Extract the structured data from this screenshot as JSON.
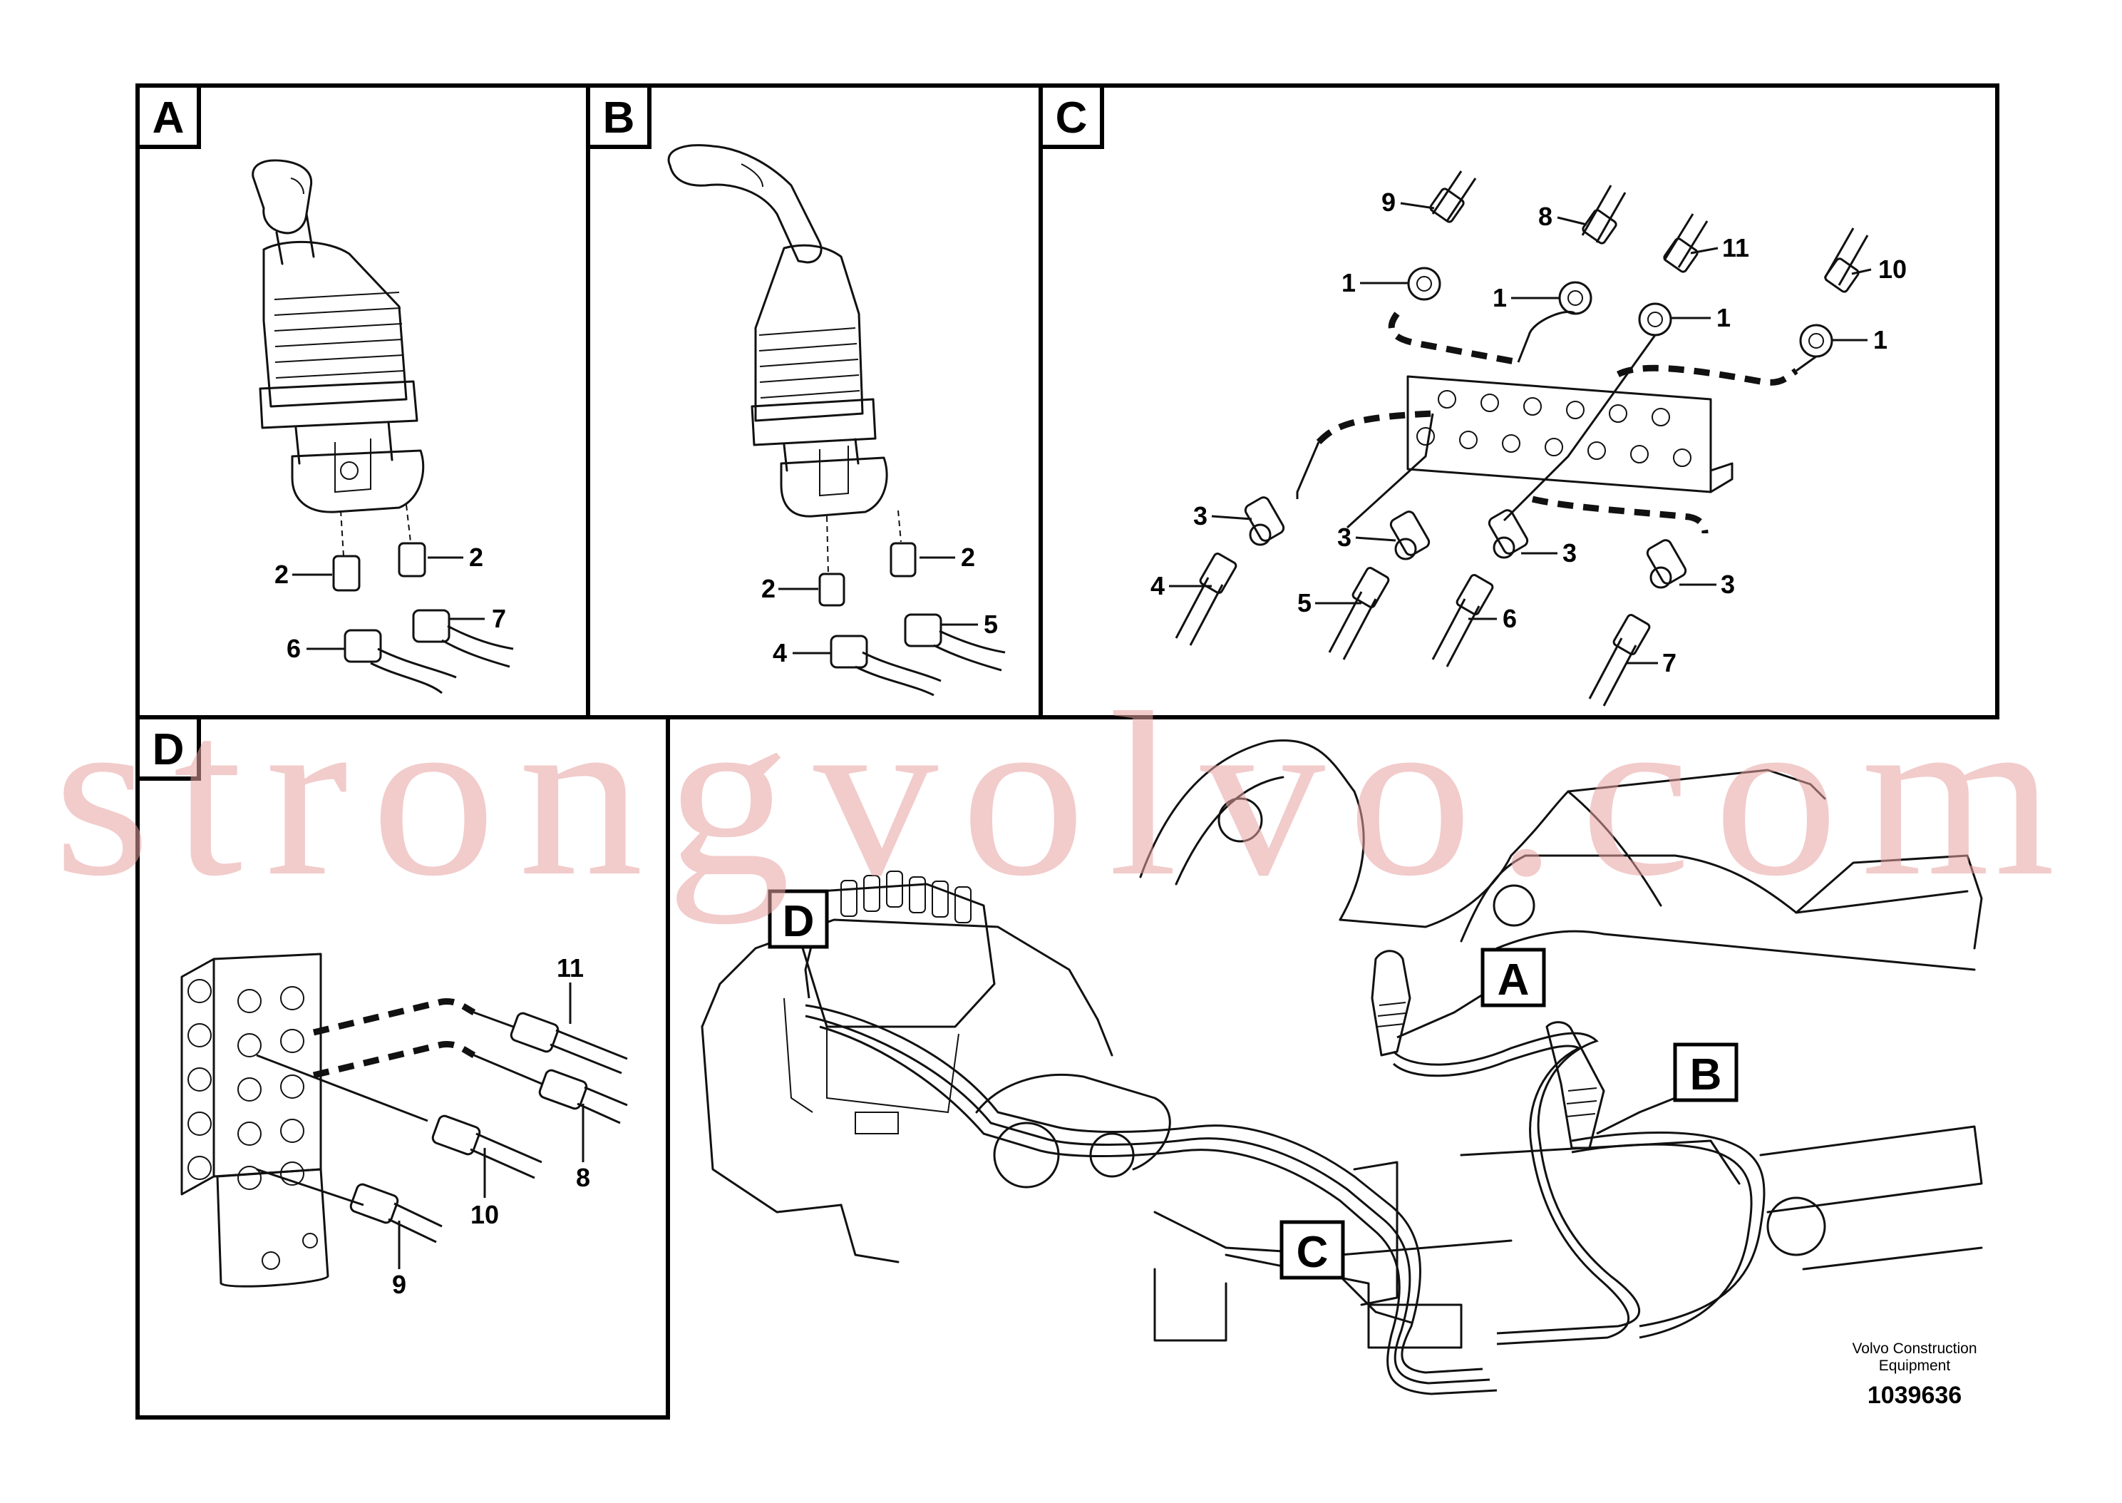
{
  "panels": {
    "a": {
      "letter": "A"
    },
    "b": {
      "letter": "B"
    },
    "c": {
      "letter": "C"
    },
    "d": {
      "letter": "D"
    }
  },
  "callouts": {
    "a": {
      "c2_left": "2",
      "c2_right": "2",
      "c6": "6",
      "c7": "7"
    },
    "b": {
      "c2_left": "2",
      "c2_right": "2",
      "c4": "4",
      "c5": "5"
    },
    "c": {
      "c9": "9",
      "c8": "8",
      "c11": "11",
      "c10": "10",
      "c1_a": "1",
      "c1_b": "1",
      "c1_c": "1",
      "c1_d": "1",
      "c3_a": "3",
      "c3_b": "3",
      "c3_c": "3",
      "c3_d": "3",
      "c4": "4",
      "c5": "5",
      "c6": "6",
      "c7": "7"
    },
    "d": {
      "c11": "11",
      "c8": "8",
      "c10": "10",
      "c9": "9"
    }
  },
  "overview_labels": {
    "d": "D",
    "a": "A",
    "b": "B",
    "c": "C"
  },
  "watermark": "strongvolvo.com",
  "footer": {
    "company_line1": "Volvo Construction",
    "company_line2": "Equipment",
    "drawing_number": "1039636"
  }
}
